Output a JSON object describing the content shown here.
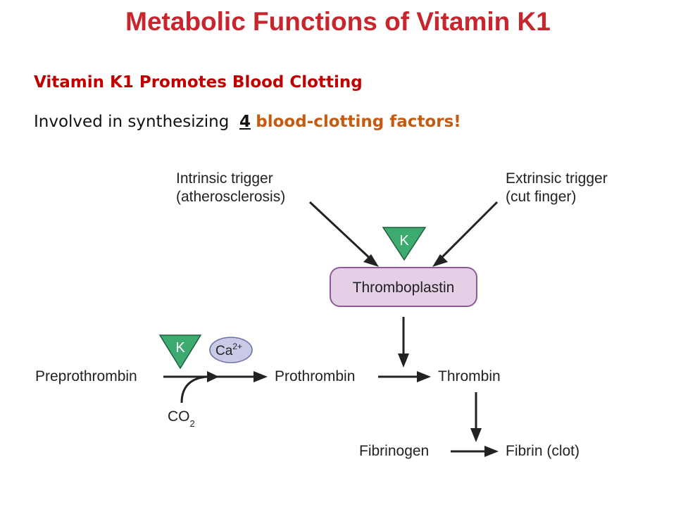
{
  "slide": {
    "title": "Metabolic Functions of Vitamin K1",
    "subtitle": "Vitamin K1 Promotes Blood Clotting",
    "statement": {
      "prefix": "Involved in synthesizing",
      "number": "4",
      "suffix": "blood-clotting factors!"
    }
  },
  "diagram": {
    "intrinsic": {
      "line1": "Intrinsic trigger",
      "line2": "(atherosclerosis)"
    },
    "extrinsic": {
      "line1": "Extrinsic trigger",
      "line2": "(cut finger)"
    },
    "vitamin_k_label": "K",
    "thromboplastin": "Thromboplastin",
    "preprothrombin": "Preprothrombin",
    "calcium": {
      "base": "Ca",
      "charge": "2+"
    },
    "co2": {
      "base": "CO",
      "subscript": "2"
    },
    "prothrombin": "Prothrombin",
    "thrombin": "Thrombin",
    "fibrinogen": "Fibrinogen",
    "fibrin": "Fibrin (clot)",
    "colors": {
      "title": "#c9252c",
      "vitamin_k_fill": "#3dab6f",
      "thromboplastin_fill": "#e4cfe6",
      "thromboplastin_stroke": "#8e5a9a",
      "calcium_fill": "#c9cbe6",
      "calcium_stroke": "#6a6ea6",
      "factors_text": "#c55a11"
    }
  }
}
